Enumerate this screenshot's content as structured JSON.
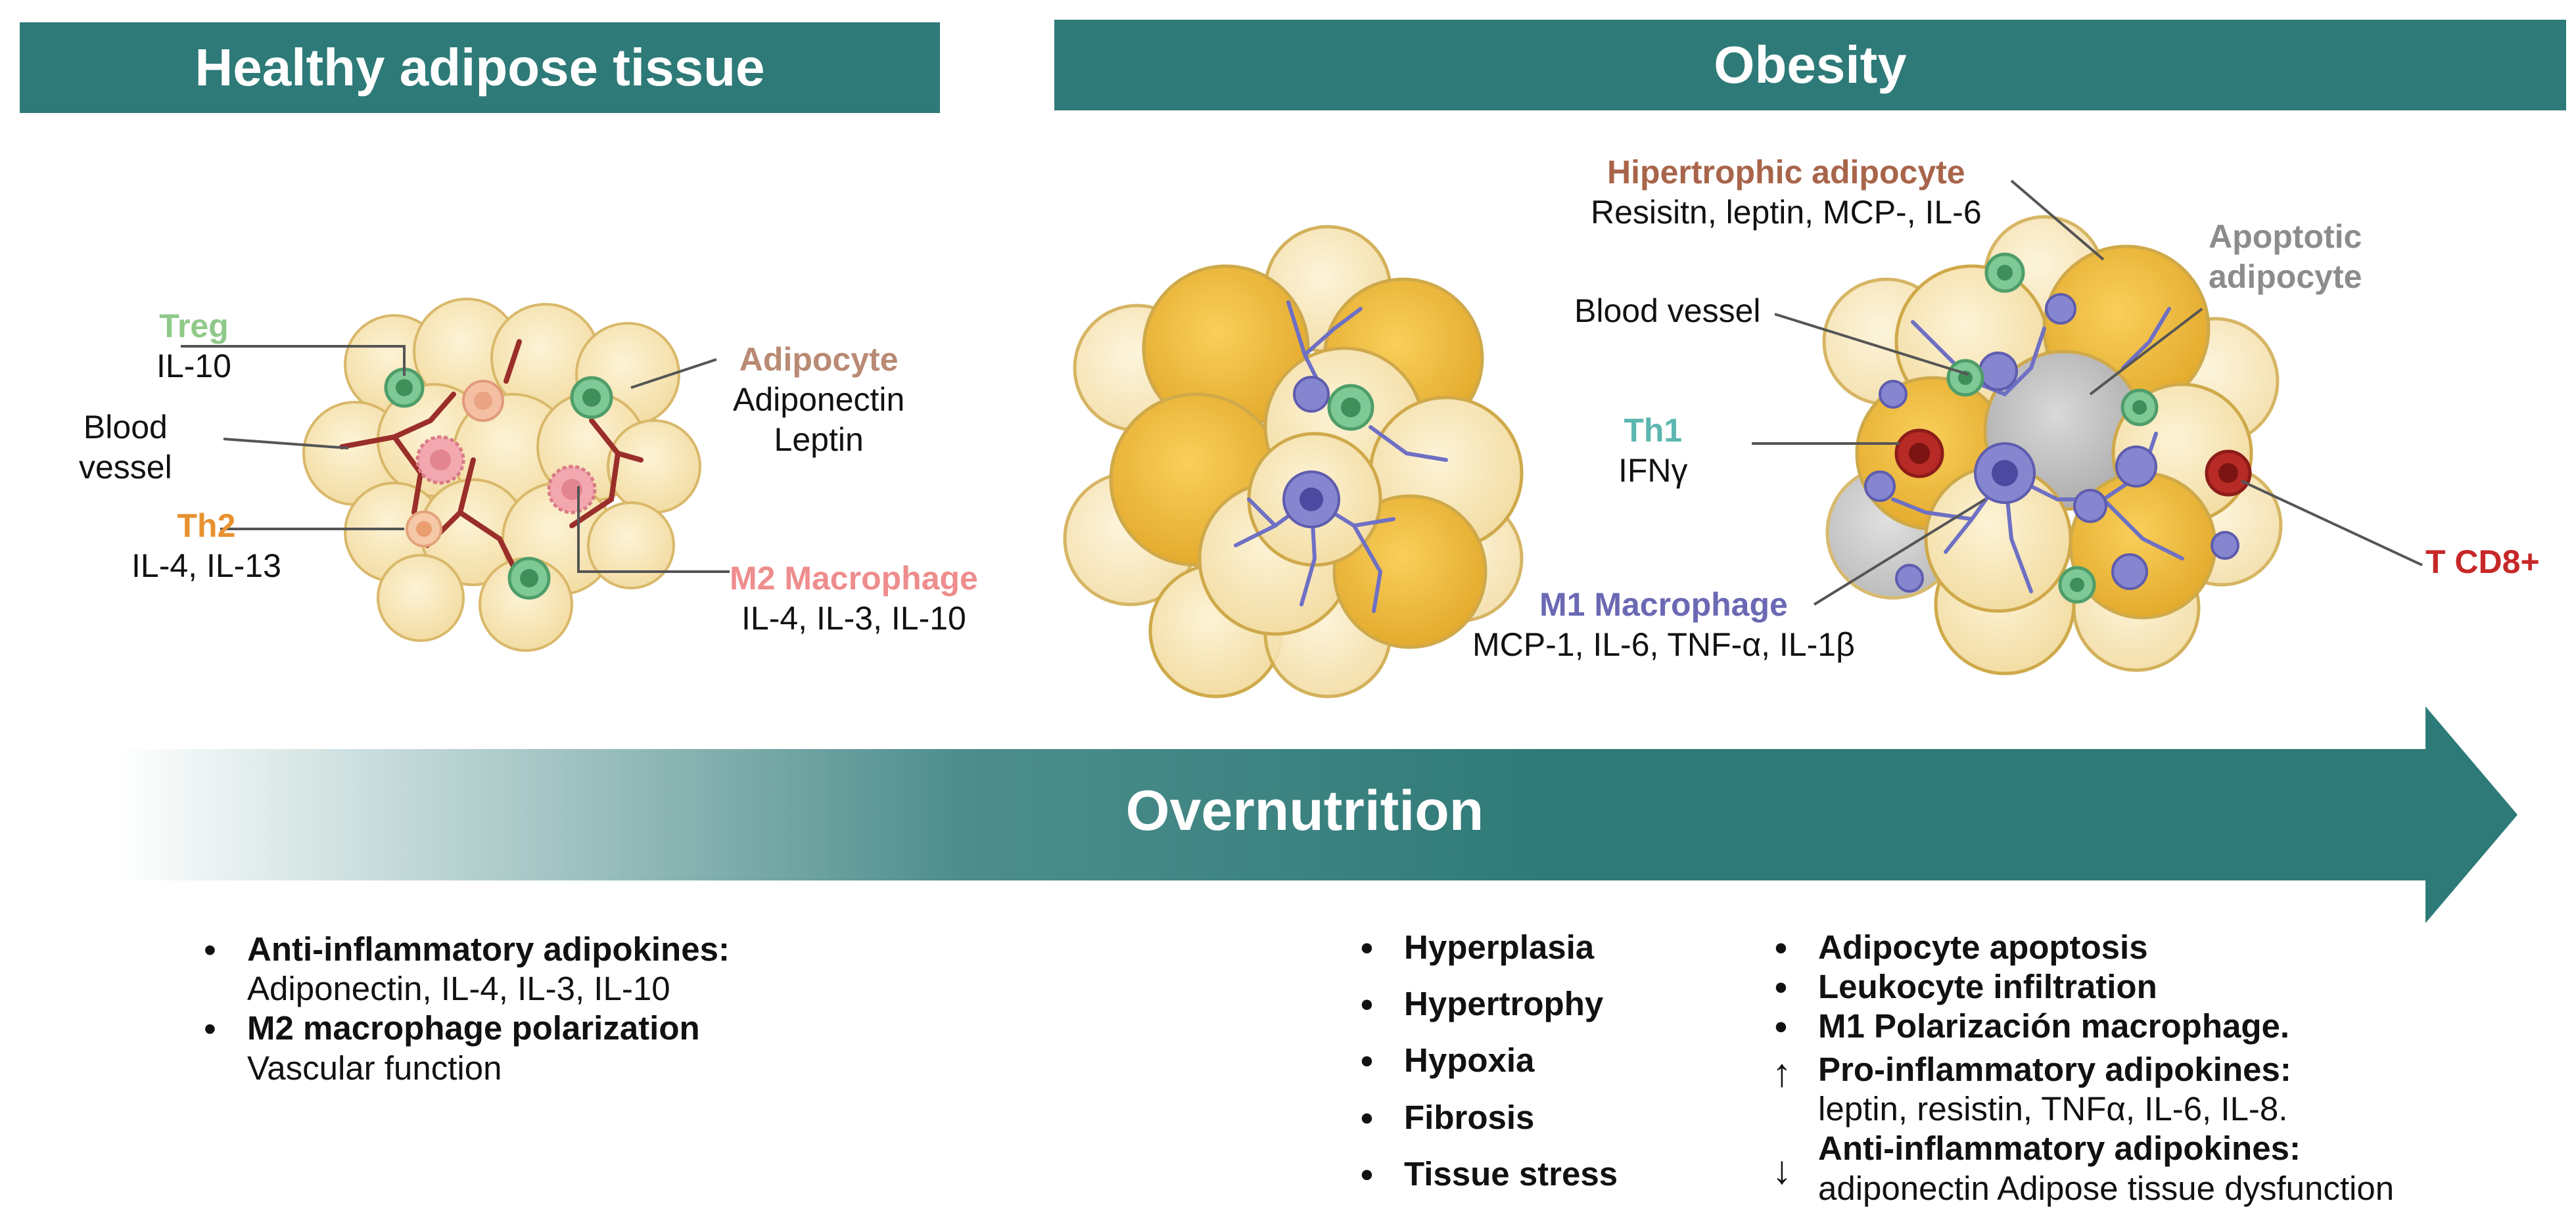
{
  "banners": {
    "healthy": "Healthy adipose tissue",
    "obesity": "Obesity"
  },
  "arrow_label": "Overnutrition",
  "healthy_labels": {
    "treg": {
      "name": "Treg",
      "detail": "IL-10"
    },
    "blood_vessel": [
      "Blood",
      "vessel"
    ],
    "th2": {
      "name": "Th2",
      "detail": "IL-4, IL-13"
    },
    "adipocyte": {
      "name": "Adipocyte",
      "detail": [
        "Adiponectin",
        "Leptin"
      ]
    },
    "m2": {
      "name": "M2 Macrophage",
      "detail": "IL-4, IL-3, IL-10"
    }
  },
  "obesity_labels": {
    "hypertrophic": {
      "name": "Hipertrophic adipocyte",
      "detail": "Resisitn, leptin, MCP-, IL-6"
    },
    "apoptotic": [
      "Apoptotic",
      "adipocyte"
    ],
    "blood_vessel": "Blood vessel",
    "th1": {
      "name": "Th1",
      "detail": "IFNγ"
    },
    "tcd8": "T CD8+",
    "m1": {
      "name": "M1 Macrophage",
      "detail": "MCP-1, IL-6, TNF-α, IL-1β"
    }
  },
  "healthy_list": [
    {
      "bold": "Anti-inflammatory adipokines:",
      "text": "Adiponectin, IL-4, IL-3, IL-10"
    },
    {
      "bold": "M2 macrophage polarization",
      "text": "Vascular function"
    }
  ],
  "obesity_list_a": [
    "Hyperplasia",
    "Hypertrophy",
    "Hypoxia",
    "Fibrosis",
    "Tissue stress"
  ],
  "obesity_list_b": [
    "Adipocyte apoptosis",
    "Leukocyte infiltration",
    "M1 Polarización macrophage."
  ],
  "obesity_list_c": [
    {
      "mark": "↑",
      "bold": "Pro-inflammatory adipokines:",
      "text": "leptin, resistin, TNFα, IL-6, IL-8."
    },
    {
      "mark": "↓",
      "bold": "Anti-inflammatory adipokines:",
      "text": "adiponectin Adipose tissue dysfunction"
    }
  ],
  "colors": {
    "teal": "#2e7a78",
    "treg": "#8fc98a",
    "th2": "#e8912f",
    "adipocyte": "#b98a74",
    "m2": "#ee8d8d",
    "hypertrophic": "#a8654a",
    "apoptotic": "#8c8c8c",
    "th1": "#5bb7b0",
    "tcd8": "#c62828",
    "m1": "#6b69b3"
  }
}
